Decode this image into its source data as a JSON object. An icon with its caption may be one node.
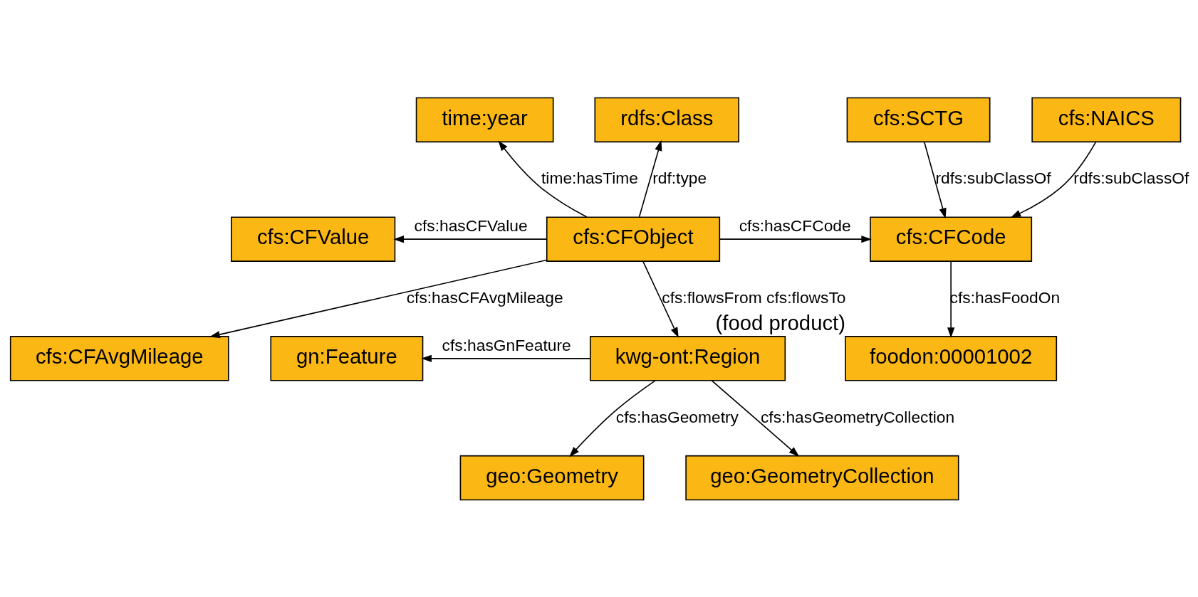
{
  "diagram": {
    "nodes": [
      {
        "text": [
          "time:year"
        ]
      },
      {
        "text": [
          "rdfs:Class"
        ]
      },
      {
        "text": [
          "cfs:SCTG"
        ]
      },
      {
        "text": [
          "cfs:NAICS"
        ]
      },
      {
        "text": [
          "cfs:CFValue"
        ]
      },
      {
        "text": [
          "cfs:CFObject"
        ]
      },
      {
        "text": [
          "cfs:CFCode"
        ]
      },
      {
        "text": [
          "cfs:CFAvgMileage"
        ]
      },
      {
        "text": [
          "gn:Feature"
        ]
      },
      {
        "text": [
          "kwg-ont:Region"
        ]
      },
      {
        "text": [
          "foodon:00001002"
        ],
        "beside": [
          "(food product)"
        ]
      },
      {
        "text": [
          "geo:Geometry"
        ]
      },
      {
        "text": [
          "geo:GeometryCollection"
        ]
      }
    ],
    "edges": [
      {
        "from": 5,
        "to": 0,
        "arrow": "to",
        "label": "time:hasTime"
      },
      {
        "from": 5,
        "to": 1,
        "arrow": "to",
        "label": "rdf:type"
      },
      {
        "from": 2,
        "to": 6,
        "arrow": "to",
        "label": "rdfs:subClassOf"
      },
      {
        "from": 3,
        "to": 6,
        "arrow": "to",
        "label": "rdfs:subClassOf"
      },
      {
        "from": 5,
        "to": 4,
        "arrow": "to",
        "label": "cfs:hasCFValue"
      },
      {
        "from": 5,
        "to": 6,
        "arrow": "to",
        "label": "cfs:hasCFCode"
      },
      {
        "from": 5,
        "to": 7,
        "arrow": "to",
        "label": "cfs:hasCFAvgMileage"
      },
      {
        "from": 5,
        "to": 9,
        "arrow": "to",
        "label": "cfs:flowsFrom cfs:flowsTo"
      },
      {
        "from": 6,
        "to": 10,
        "arrow": "to",
        "label": "cfs:hasFoodOn"
      },
      {
        "from": 9,
        "to": 8,
        "arrow": "to",
        "label": "cfs:hasGnFeature"
      },
      {
        "from": 9,
        "to": 11,
        "arrow": "to",
        "label": "cfs:hasGeometry"
      },
      {
        "from": 9,
        "to": 12,
        "arrow": "to",
        "label": "cfs:hasGeometryCollection"
      }
    ]
  }
}
